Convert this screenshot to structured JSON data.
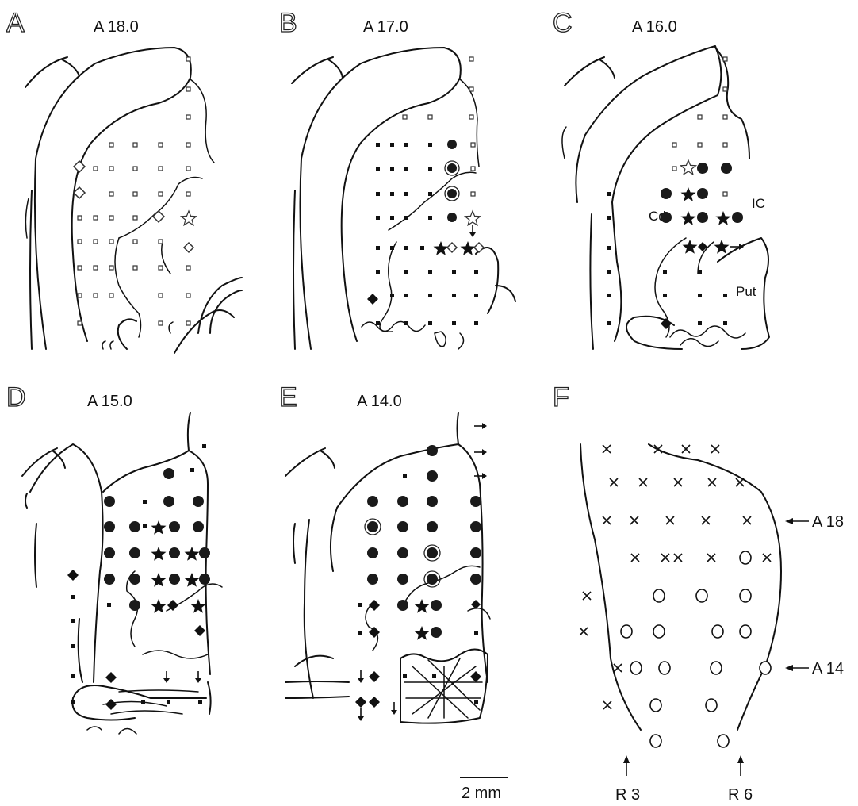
{
  "panels": [
    {
      "letter": "A",
      "coord": "A 18.0"
    },
    {
      "letter": "B",
      "coord": "A 17.0"
    },
    {
      "letter": "C",
      "coord": "A 16.0"
    },
    {
      "letter": "D",
      "coord": "A 15.0"
    },
    {
      "letter": "E",
      "coord": "A 14.0"
    },
    {
      "letter": "F",
      "coord": ""
    }
  ],
  "region_labels": {
    "cd": "Cd",
    "ic": "IC",
    "put": "Put"
  },
  "panel_f": {
    "arrows_right": [
      "A 18",
      "A 14"
    ],
    "arrows_bottom": [
      "R 3",
      "R 6"
    ]
  },
  "scale_bar": "2 mm"
}
